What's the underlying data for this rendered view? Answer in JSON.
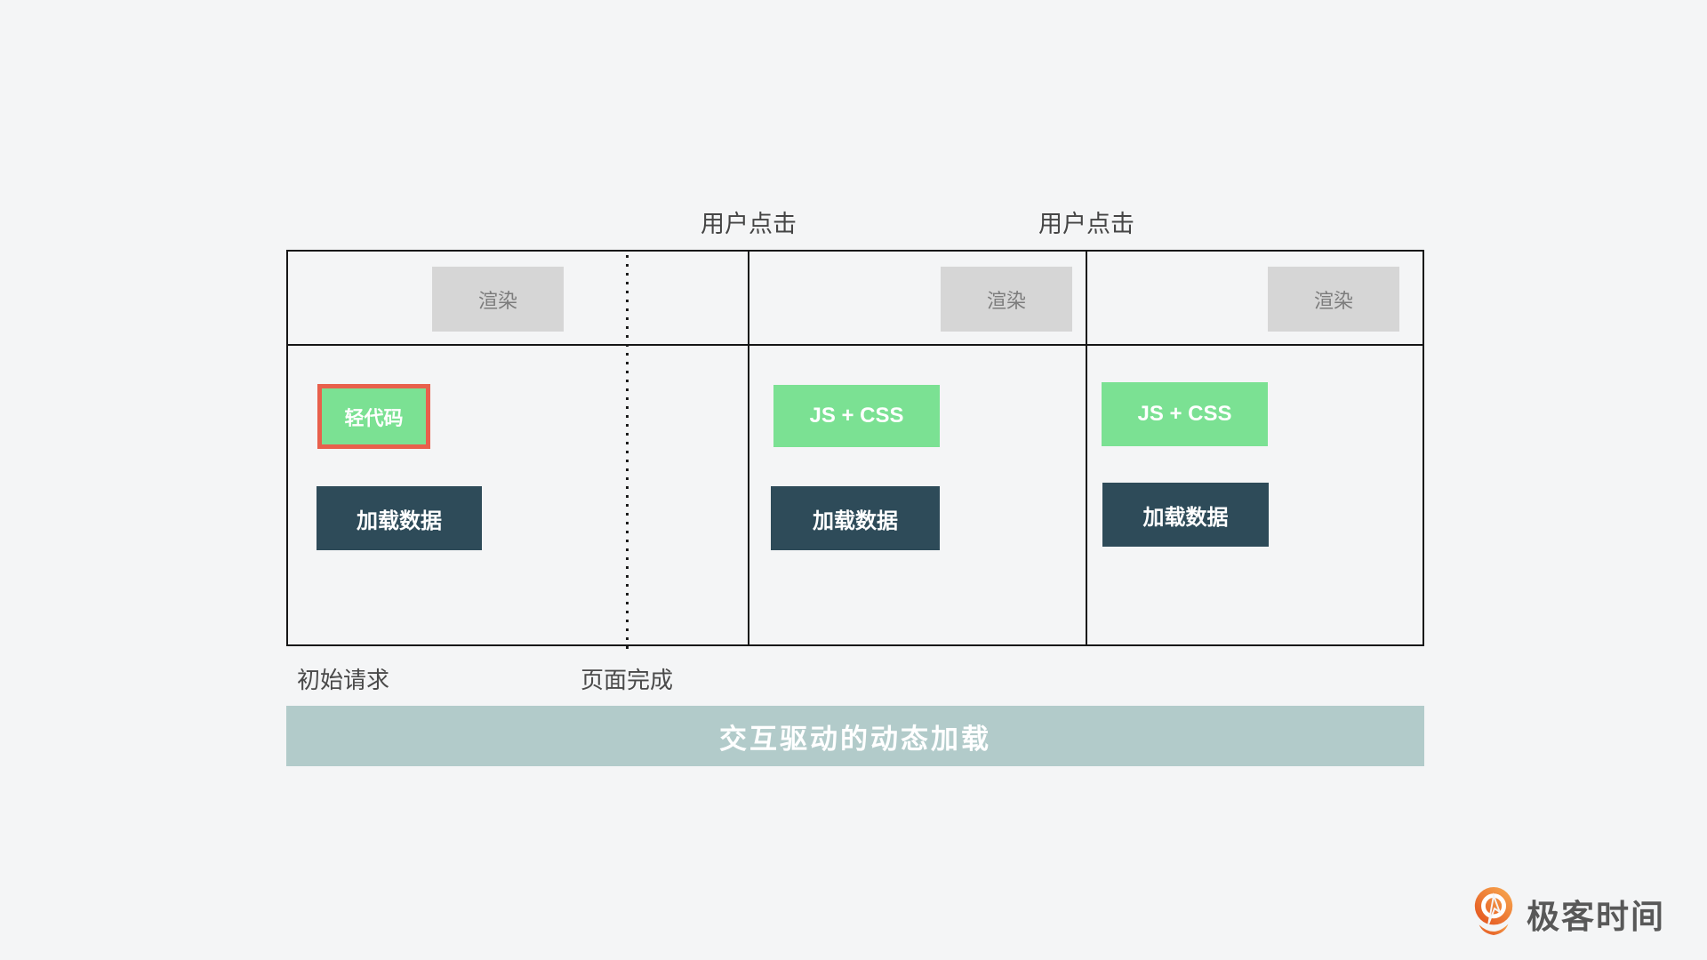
{
  "page": {
    "background": "#f4f5f6"
  },
  "palette": {
    "frame_border": "#161616",
    "render_box_bg": "#d6d6d6",
    "render_box_text": "#7c7c7c",
    "resource_box_bg": "#7be193",
    "resource_highlight_border": "#e8604c",
    "data_box_bg": "#2e4b59",
    "box_text": "#ffffff",
    "label_text": "#4a4a4a",
    "caption_bar_bg": "#b2cbca",
    "caption_text": "#ffffff",
    "brand_orange": "#e96a2a",
    "brand_text": "#585858"
  },
  "diagram": {
    "user_click_labels": [
      "用户点击",
      "用户点击"
    ],
    "panels": [
      {
        "render_label": "渲染",
        "resource_label": "轻代码",
        "data_label": "加载数据",
        "resource_highlighted": true
      },
      {
        "render_label": "渲染",
        "resource_label": "JS + CSS",
        "data_label": "加载数据",
        "resource_highlighted": false
      },
      {
        "render_label": "渲染",
        "resource_label": "JS + CSS",
        "data_label": "加载数据",
        "resource_highlighted": false
      }
    ],
    "milestones": {
      "initial_request": "初始请求",
      "page_complete": "页面完成"
    },
    "caption": "交互驱动的动态加载"
  },
  "brand": {
    "name": "极客时间"
  }
}
